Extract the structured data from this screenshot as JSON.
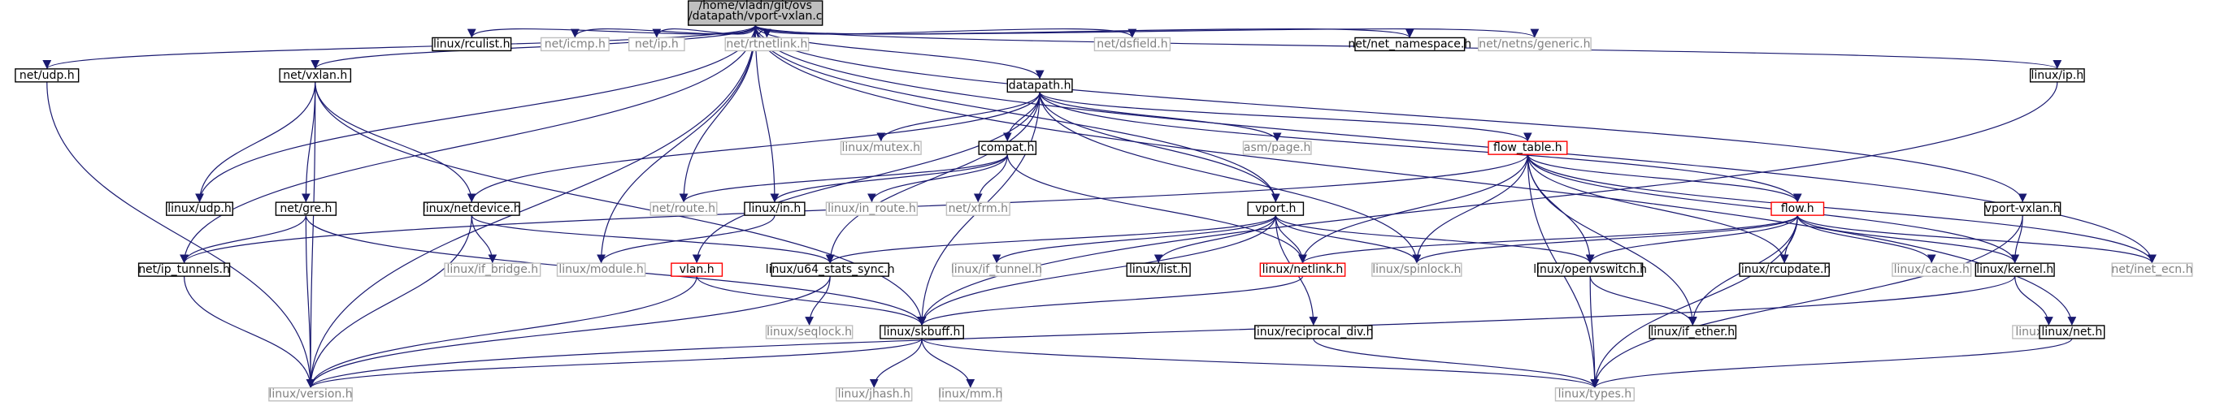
{
  "colors": {
    "edge": "#191970",
    "arrowhead": "#191970",
    "root_fill": "#bfbfbf",
    "documented_border": "#000000",
    "documented_text": "#000000",
    "undocumented_border": "#bfbfbf",
    "undocumented_text": "#808080",
    "has_children_undocumented_border": "#ff0000"
  },
  "graph": {
    "root": "vport_vxlan_c",
    "nodes": [
      {
        "id": "vport_vxlan_c",
        "label": [
          "/home/vladn/git/ovs",
          "/datapath/vport-vxlan.c"
        ],
        "style": "root"
      },
      {
        "id": "linux_rculist_h",
        "label": [
          "linux/rculist.h"
        ],
        "style": "documented"
      },
      {
        "id": "net_icmp_h",
        "label": [
          "net/icmp.h"
        ],
        "style": "undocumented"
      },
      {
        "id": "net_ip_h",
        "label": [
          "net/ip.h"
        ],
        "style": "undocumented"
      },
      {
        "id": "net_rtnetlink_h",
        "label": [
          "net/rtnetlink.h"
        ],
        "style": "undocumented"
      },
      {
        "id": "net_dsfield_h",
        "label": [
          "net/dsfield.h"
        ],
        "style": "undocumented"
      },
      {
        "id": "net_net_namespace_h",
        "label": [
          "net/net_namespace.h"
        ],
        "style": "documented"
      },
      {
        "id": "net_netns_generic_h",
        "label": [
          "net/netns/generic.h"
        ],
        "style": "undocumented"
      },
      {
        "id": "net_udp_h",
        "label": [
          "net/udp.h"
        ],
        "style": "documented"
      },
      {
        "id": "net_vxlan_h",
        "label": [
          "net/vxlan.h"
        ],
        "style": "documented"
      },
      {
        "id": "datapath_h",
        "label": [
          "datapath.h"
        ],
        "style": "documented"
      },
      {
        "id": "linux_ip_h",
        "label": [
          "linux/ip.h"
        ],
        "style": "documented"
      },
      {
        "id": "linux_mutex_h",
        "label": [
          "linux/mutex.h"
        ],
        "style": "undocumented"
      },
      {
        "id": "compat_h",
        "label": [
          "compat.h"
        ],
        "style": "documented"
      },
      {
        "id": "asm_page_h",
        "label": [
          "asm/page.h"
        ],
        "style": "undocumented"
      },
      {
        "id": "flow_table_h",
        "label": [
          "flow_table.h"
        ],
        "style": "red"
      },
      {
        "id": "linux_udp_h",
        "label": [
          "linux/udp.h"
        ],
        "style": "documented"
      },
      {
        "id": "net_gre_h",
        "label": [
          "net/gre.h"
        ],
        "style": "documented"
      },
      {
        "id": "linux_netdevice_h",
        "label": [
          "linux/netdevice.h"
        ],
        "style": "documented"
      },
      {
        "id": "net_route_h",
        "label": [
          "net/route.h"
        ],
        "style": "undocumented"
      },
      {
        "id": "linux_in_h",
        "label": [
          "linux/in.h"
        ],
        "style": "documented"
      },
      {
        "id": "linux_in_route_h",
        "label": [
          "linux/in_route.h"
        ],
        "style": "undocumented"
      },
      {
        "id": "net_xfrm_h",
        "label": [
          "net/xfrm.h"
        ],
        "style": "undocumented"
      },
      {
        "id": "vport_h",
        "label": [
          "vport.h"
        ],
        "style": "documented"
      },
      {
        "id": "flow_h",
        "label": [
          "flow.h"
        ],
        "style": "red"
      },
      {
        "id": "vport_vxlan_h",
        "label": [
          "vport-vxlan.h"
        ],
        "style": "documented"
      },
      {
        "id": "net_ip_tunnels_h",
        "label": [
          "net/ip_tunnels.h"
        ],
        "style": "documented"
      },
      {
        "id": "linux_if_bridge_h",
        "label": [
          "linux/if_bridge.h"
        ],
        "style": "undocumented"
      },
      {
        "id": "linux_module_h",
        "label": [
          "linux/module.h"
        ],
        "style": "undocumented"
      },
      {
        "id": "vlan_h",
        "label": [
          "vlan.h"
        ],
        "style": "red"
      },
      {
        "id": "linux_u64_stats_sync_h",
        "label": [
          "linux/u64_stats_sync.h"
        ],
        "style": "documented"
      },
      {
        "id": "linux_if_tunnel_h",
        "label": [
          "linux/if_tunnel.h"
        ],
        "style": "undocumented"
      },
      {
        "id": "linux_list_h",
        "label": [
          "linux/list.h"
        ],
        "style": "documented"
      },
      {
        "id": "linux_netlink_h",
        "label": [
          "linux/netlink.h"
        ],
        "style": "red"
      },
      {
        "id": "linux_spinlock_h",
        "label": [
          "linux/spinlock.h"
        ],
        "style": "undocumented"
      },
      {
        "id": "linux_openvswitch_h",
        "label": [
          "linux/openvswitch.h"
        ],
        "style": "documented"
      },
      {
        "id": "linux_rcupdate_h",
        "label": [
          "linux/rcupdate.h"
        ],
        "style": "documented"
      },
      {
        "id": "linux_cache_h",
        "label": [
          "linux/cache.h"
        ],
        "style": "undocumented"
      },
      {
        "id": "linux_kernel_h",
        "label": [
          "linux/kernel.h"
        ],
        "style": "documented"
      },
      {
        "id": "net_inet_ecn_h",
        "label": [
          "net/inet_ecn.h"
        ],
        "style": "undocumented"
      },
      {
        "id": "linux_seqlock_h",
        "label": [
          "linux/seqlock.h"
        ],
        "style": "undocumented"
      },
      {
        "id": "linux_skbuff_h",
        "label": [
          "linux/skbuff.h"
        ],
        "style": "documented"
      },
      {
        "id": "linux_reciprocal_div_h",
        "label": [
          "linux/reciprocal_div.h"
        ],
        "style": "documented"
      },
      {
        "id": "linux_if_ether_h",
        "label": [
          "linux/if_ether.h"
        ],
        "style": "documented"
      },
      {
        "id": "linux_log2_h",
        "label": [
          "linux/log2.h"
        ],
        "style": "undocumented"
      },
      {
        "id": "linux_net_h",
        "label": [
          "linux/net.h"
        ],
        "style": "documented"
      },
      {
        "id": "linux_version_h",
        "label": [
          "linux/version.h"
        ],
        "style": "undocumented"
      },
      {
        "id": "linux_jhash_h",
        "label": [
          "linux/jhash.h"
        ],
        "style": "undocumented"
      },
      {
        "id": "linux_mm_h",
        "label": [
          "linux/mm.h"
        ],
        "style": "undocumented"
      },
      {
        "id": "linux_types_h",
        "label": [
          "linux/types.h"
        ],
        "style": "undocumented"
      }
    ],
    "edges": [
      [
        "vport_vxlan_c",
        "linux_rculist_h"
      ],
      [
        "vport_vxlan_c",
        "net_icmp_h"
      ],
      [
        "vport_vxlan_c",
        "net_ip_h"
      ],
      [
        "vport_vxlan_c",
        "net_rtnetlink_h"
      ],
      [
        "vport_vxlan_c",
        "net_dsfield_h"
      ],
      [
        "vport_vxlan_c",
        "net_net_namespace_h"
      ],
      [
        "vport_vxlan_c",
        "net_netns_generic_h"
      ],
      [
        "vport_vxlan_c",
        "net_udp_h"
      ],
      [
        "vport_vxlan_c",
        "net_vxlan_h"
      ],
      [
        "vport_vxlan_c",
        "datapath_h"
      ],
      [
        "vport_vxlan_c",
        "linux_ip_h"
      ],
      [
        "vport_vxlan_c",
        "linux_udp_h"
      ],
      [
        "vport_vxlan_c",
        "net_ip_tunnels_h"
      ],
      [
        "vport_vxlan_c",
        "linux_module_h"
      ],
      [
        "vport_vxlan_c",
        "net_route_h"
      ],
      [
        "vport_vxlan_c",
        "linux_in_h"
      ],
      [
        "vport_vxlan_c",
        "vport_h"
      ],
      [
        "vport_vxlan_c",
        "vport_vxlan_h"
      ],
      [
        "vport_vxlan_c",
        "net_inet_ecn_h"
      ],
      [
        "vport_vxlan_c",
        "linux_net_h"
      ],
      [
        "vport_vxlan_c",
        "linux_version_h"
      ],
      [
        "net_udp_h",
        "linux_version_h"
      ],
      [
        "net_vxlan_h",
        "linux_udp_h"
      ],
      [
        "net_vxlan_h",
        "net_gre_h"
      ],
      [
        "net_vxlan_h",
        "linux_netdevice_h"
      ],
      [
        "net_vxlan_h",
        "linux_skbuff_h"
      ],
      [
        "net_vxlan_h",
        "linux_version_h"
      ],
      [
        "net_gre_h",
        "net_ip_tunnels_h"
      ],
      [
        "net_gre_h",
        "linux_skbuff_h"
      ],
      [
        "net_gre_h",
        "linux_version_h"
      ],
      [
        "linux_netdevice_h",
        "linux_if_bridge_h"
      ],
      [
        "linux_netdevice_h",
        "linux_u64_stats_sync_h"
      ],
      [
        "linux_netdevice_h",
        "linux_version_h"
      ],
      [
        "net_ip_tunnels_h",
        "linux_version_h"
      ],
      [
        "linux_in_h",
        "linux_module_h"
      ],
      [
        "datapath_h",
        "linux_mutex_h"
      ],
      [
        "datapath_h",
        "compat_h"
      ],
      [
        "datapath_h",
        "asm_page_h"
      ],
      [
        "datapath_h",
        "flow_table_h"
      ],
      [
        "datapath_h",
        "linux_netdevice_h"
      ],
      [
        "datapath_h",
        "vport_h"
      ],
      [
        "datapath_h",
        "flow_h"
      ],
      [
        "datapath_h",
        "vlan_h"
      ],
      [
        "datapath_h",
        "linux_u64_stats_sync_h"
      ],
      [
        "datapath_h",
        "linux_skbuff_h"
      ],
      [
        "datapath_h",
        "linux_spinlock_h"
      ],
      [
        "compat_h",
        "net_route_h"
      ],
      [
        "compat_h",
        "linux_in_h"
      ],
      [
        "compat_h",
        "linux_in_route_h"
      ],
      [
        "compat_h",
        "net_xfrm_h"
      ],
      [
        "compat_h",
        "linux_netlink_h"
      ],
      [
        "flow_table_h",
        "net_ip_tunnels_h"
      ],
      [
        "flow_table_h",
        "flow_h"
      ],
      [
        "flow_table_h",
        "linux_netlink_h"
      ],
      [
        "flow_table_h",
        "linux_spinlock_h"
      ],
      [
        "flow_table_h",
        "linux_openvswitch_h"
      ],
      [
        "flow_table_h",
        "linux_rcupdate_h"
      ],
      [
        "flow_table_h",
        "linux_kernel_h"
      ],
      [
        "flow_table_h",
        "net_inet_ecn_h"
      ],
      [
        "flow_table_h",
        "linux_if_ether_h"
      ],
      [
        "flow_table_h",
        "linux_types_h"
      ],
      [
        "vport_h",
        "linux_u64_stats_sync_h"
      ],
      [
        "vport_h",
        "linux_if_tunnel_h"
      ],
      [
        "vport_h",
        "linux_list_h"
      ],
      [
        "vport_h",
        "linux_netlink_h"
      ],
      [
        "vport_h",
        "linux_spinlock_h"
      ],
      [
        "vport_h",
        "linux_openvswitch_h"
      ],
      [
        "vport_h",
        "linux_reciprocal_div_h"
      ],
      [
        "vport_h",
        "linux_skbuff_h"
      ],
      [
        "flow_h",
        "linux_netlink_h"
      ],
      [
        "flow_h",
        "linux_spinlock_h"
      ],
      [
        "flow_h",
        "linux_openvswitch_h"
      ],
      [
        "flow_h",
        "linux_rcupdate_h"
      ],
      [
        "flow_h",
        "linux_cache_h"
      ],
      [
        "flow_h",
        "linux_kernel_h"
      ],
      [
        "flow_h",
        "net_inet_ecn_h"
      ],
      [
        "flow_h",
        "linux_if_ether_h"
      ],
      [
        "flow_h",
        "linux_types_h"
      ],
      [
        "vport_vxlan_h",
        "linux_kernel_h"
      ],
      [
        "vport_vxlan_h",
        "linux_types_h"
      ],
      [
        "linux_ip_h",
        "linux_skbuff_h"
      ],
      [
        "vlan_h",
        "linux_skbuff_h"
      ],
      [
        "vlan_h",
        "linux_version_h"
      ],
      [
        "linux_u64_stats_sync_h",
        "linux_seqlock_h"
      ],
      [
        "linux_u64_stats_sync_h",
        "linux_version_h"
      ],
      [
        "linux_netlink_h",
        "linux_skbuff_h"
      ],
      [
        "linux_openvswitch_h",
        "linux_if_ether_h"
      ],
      [
        "linux_openvswitch_h",
        "linux_types_h"
      ],
      [
        "linux_kernel_h",
        "linux_log2_h"
      ],
      [
        "linux_kernel_h",
        "linux_version_h"
      ],
      [
        "linux_reciprocal_div_h",
        "linux_types_h"
      ],
      [
        "linux_skbuff_h",
        "linux_version_h"
      ],
      [
        "linux_skbuff_h",
        "linux_jhash_h"
      ],
      [
        "linux_skbuff_h",
        "linux_mm_h"
      ],
      [
        "linux_skbuff_h",
        "linux_types_h"
      ],
      [
        "linux_net_h",
        "linux_types_h"
      ]
    ]
  }
}
